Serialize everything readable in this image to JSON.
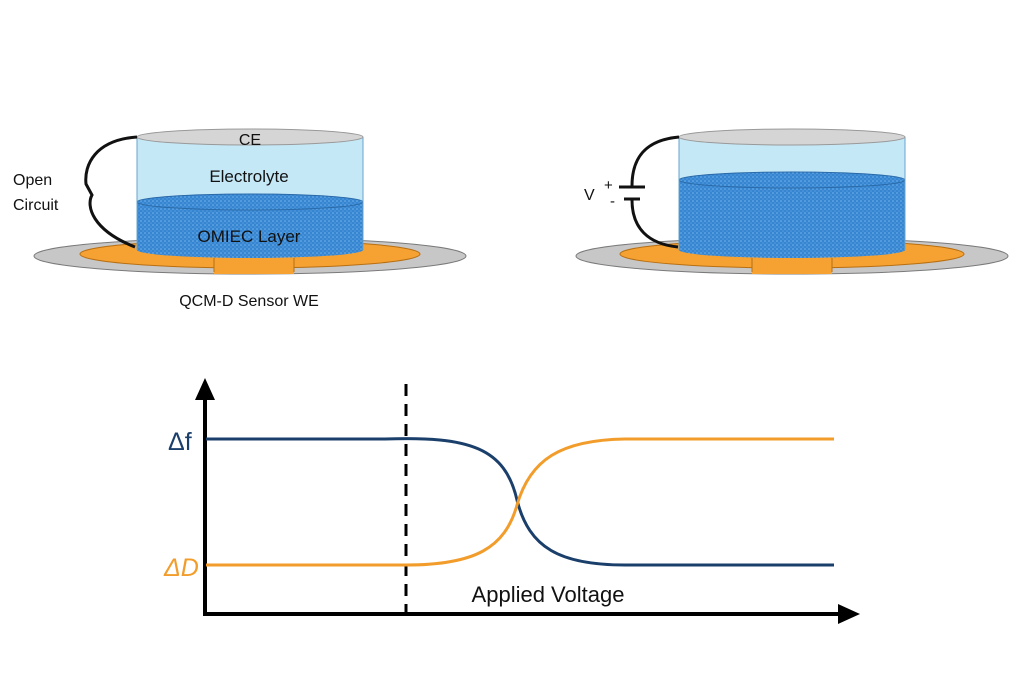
{
  "colors": {
    "electrolyte": "#c5e8f7",
    "omiec": "#3585d1",
    "omiec_dot": "#6fb2ea",
    "outline": "#4a8fc4",
    "sensor_ring": "#c7c7c7",
    "electrode": "#f5a233",
    "wire": "#111111",
    "df_curve": "#1b3f6b",
    "dd_curve": "#f29d2b"
  },
  "left_cell": {
    "ce_label": "CE",
    "electrolyte_label": "Electrolyte",
    "omiec_label": "OMIEC Layer",
    "circuit_label_line1": "Open",
    "circuit_label_line2": "Circuit",
    "sensor_label": "QCM-D Sensor WE"
  },
  "right_cell": {
    "voltage_label": "V",
    "plus": "+",
    "minus": "-"
  },
  "graph": {
    "y_label_f": "Δf",
    "y_label_d": "ΔD",
    "x_label": "Applied Voltage"
  }
}
